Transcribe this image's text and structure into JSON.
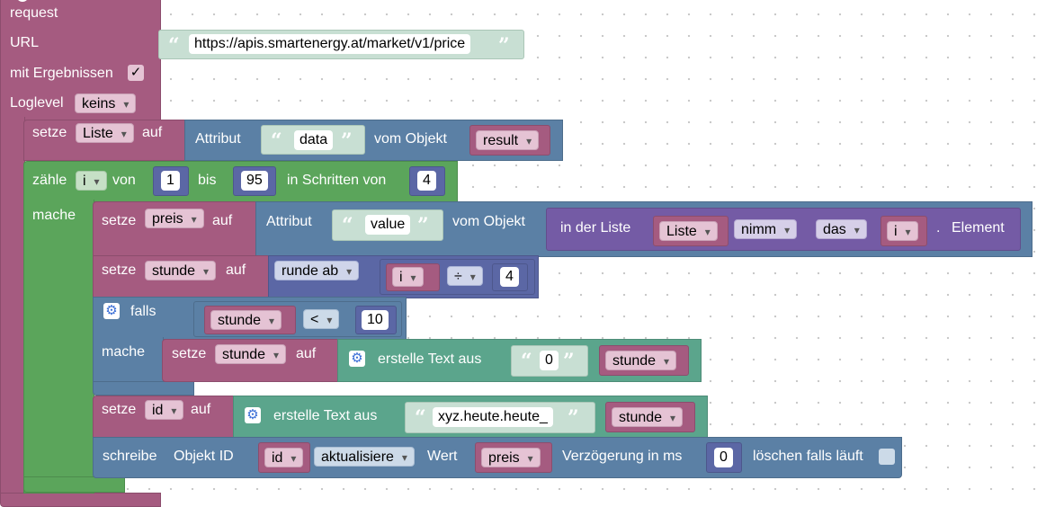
{
  "request": {
    "title": "request",
    "url_label": "URL",
    "url_value": "https://apis.smartenergy.at/market/v1/price",
    "results_label": "mit Ergebnissen",
    "results_checked": "✓",
    "loglevel_label": "Loglevel",
    "loglevel_value": "keins"
  },
  "set_list": {
    "setze": "setze",
    "var": "Liste",
    "auf": "auf",
    "attribut": "Attribut",
    "attr_name": "data",
    "vom_objekt": "vom Objekt",
    "object": "result"
  },
  "loop": {
    "zaehle": "zähle",
    "var": "i",
    "von": "von",
    "from": "1",
    "bis": "bis",
    "to": "95",
    "schritt": "in Schritten von",
    "step": "4",
    "mache": "mache"
  },
  "set_preis": {
    "setze": "setze",
    "var": "preis",
    "auf": "auf",
    "attribut": "Attribut",
    "attr_name": "value",
    "vom_objekt": "vom Objekt",
    "in_liste": "in der Liste",
    "list_var": "Liste",
    "nimm": "nimm",
    "das": "das",
    "index_var": "i",
    "dot": ".",
    "element": "Element"
  },
  "set_stunde": {
    "setze": "setze",
    "var": "stunde",
    "auf": "auf",
    "round": "runde ab",
    "a": "i",
    "op": "÷",
    "b": "4"
  },
  "if_block": {
    "falls": "falls",
    "lhs": "stunde",
    "op": "<",
    "rhs": "10",
    "mache": "mache",
    "setze": "setze",
    "var": "stunde",
    "auf": "auf",
    "join": "erstelle Text aus",
    "text": "0",
    "join_var": "stunde"
  },
  "set_id": {
    "setze": "setze",
    "var": "id",
    "auf": "auf",
    "join": "erstelle Text aus",
    "text": "xyz.heute.heute_",
    "join_var": "stunde"
  },
  "write": {
    "schreibe": "schreibe",
    "objekt_id": "Objekt ID",
    "id_var": "id",
    "mode": "aktualisiere",
    "wert": "Wert",
    "value_var": "preis",
    "delay_label": "Verzögerung in ms",
    "delay": "0",
    "clear_label": "löschen falls läuft"
  },
  "colors": {
    "variable": "#a55b80",
    "loop": "#5ba55b",
    "text": "#5ba58c",
    "list": "#745ba5",
    "math": "#5b67a5",
    "logic": "#5b80a5"
  }
}
